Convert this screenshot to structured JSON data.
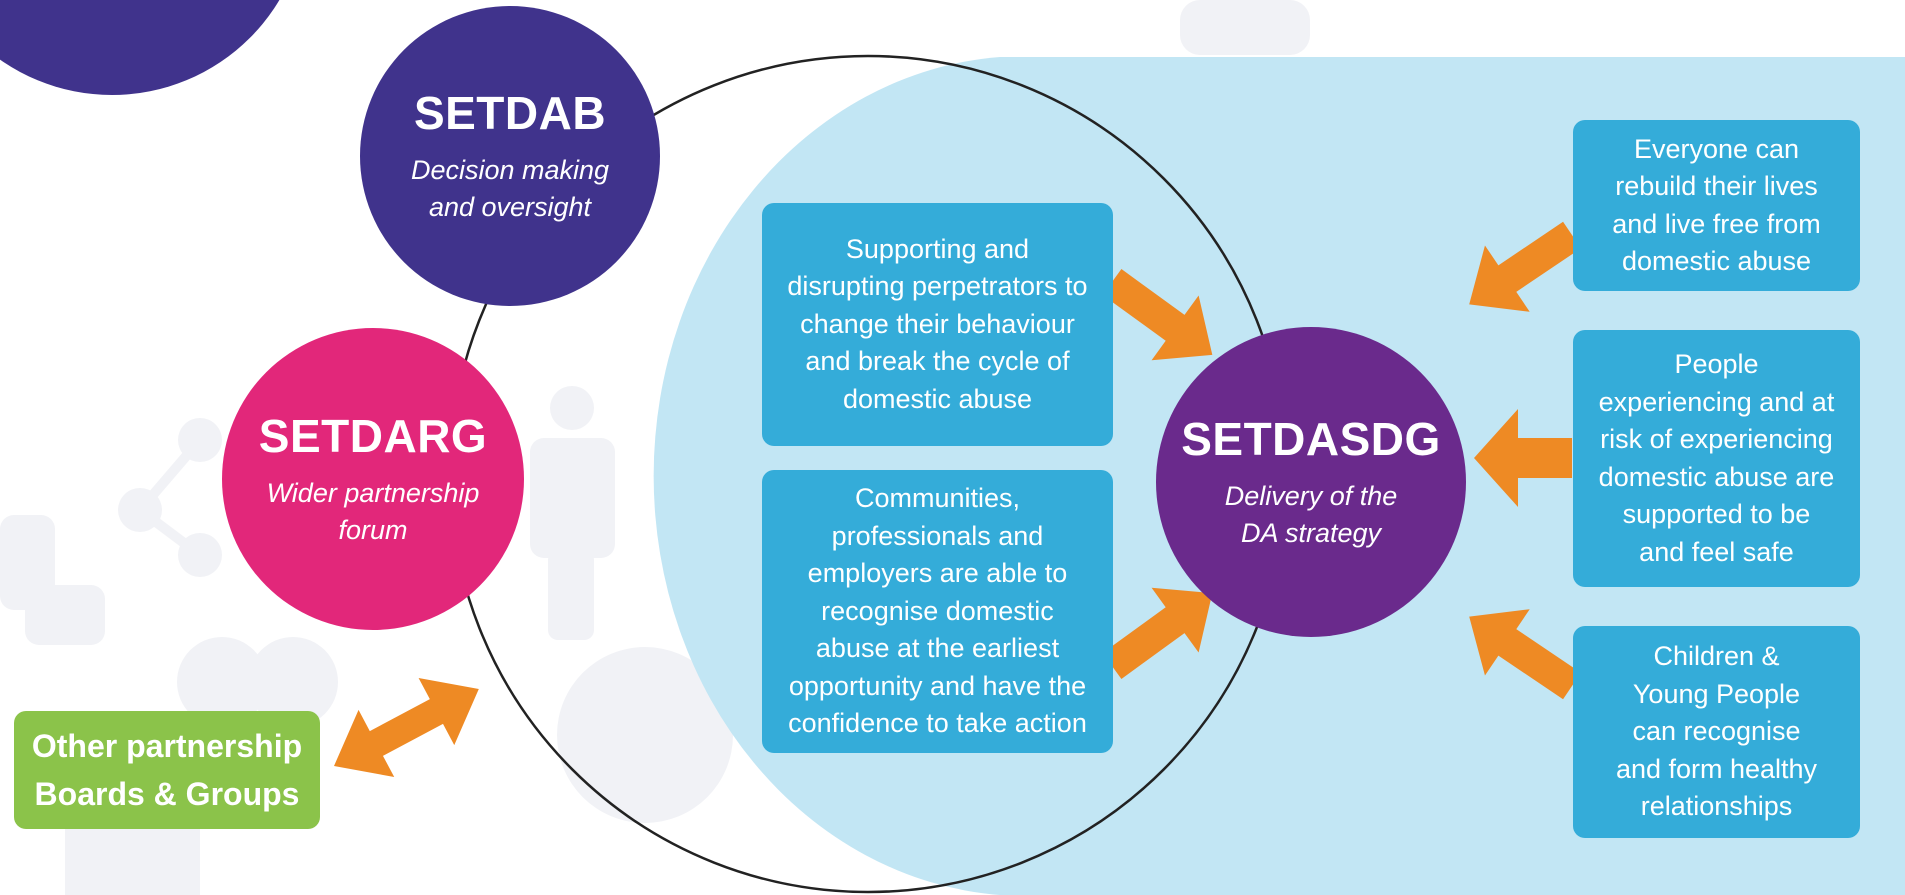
{
  "colors": {
    "navy": "#40338c",
    "pink": "#e2277a",
    "purple": "#6a2a8c",
    "box_blue": "#34acd9",
    "light_blue_bg": "#c2e6f4",
    "orange": "#ee8a24",
    "green": "#8bc34a",
    "watermark": "#f1f2f6"
  },
  "setdab": {
    "name": "SETDAB",
    "subtitle_line1": "Decision making",
    "subtitle_line2": "and oversight"
  },
  "setdarg": {
    "name": "SETDARG",
    "subtitle_line1": "Wider partnership",
    "subtitle_line2": "forum"
  },
  "setdasdg": {
    "name": "SETDASDG",
    "subtitle_line1": "Delivery of the",
    "subtitle_line2": "DA strategy"
  },
  "other_groups": {
    "line1": "Other partnership",
    "line2": "Boards & Groups"
  },
  "inner_boxes": [
    {
      "lines": [
        "Supporting and",
        "disrupting perpetrators to",
        "change their behaviour",
        "and break the cycle of",
        "domestic abuse"
      ]
    },
    {
      "lines": [
        "Communities,",
        "professionals and",
        "employers are able to",
        "recognise domestic",
        "abuse at the earliest",
        "opportunity and have the",
        "confidence to take action"
      ]
    }
  ],
  "outcome_boxes": [
    {
      "lines": [
        "Everyone can",
        "rebuild their lives",
        "and live free from",
        "domestic abuse"
      ]
    },
    {
      "lines": [
        "People",
        "experiencing and at",
        "risk of experiencing",
        "domestic abuse are",
        "supported to be",
        "and feel safe"
      ]
    },
    {
      "lines": [
        "Children &",
        "Young People",
        "can recognise",
        "and form healthy",
        "relationships"
      ]
    }
  ]
}
